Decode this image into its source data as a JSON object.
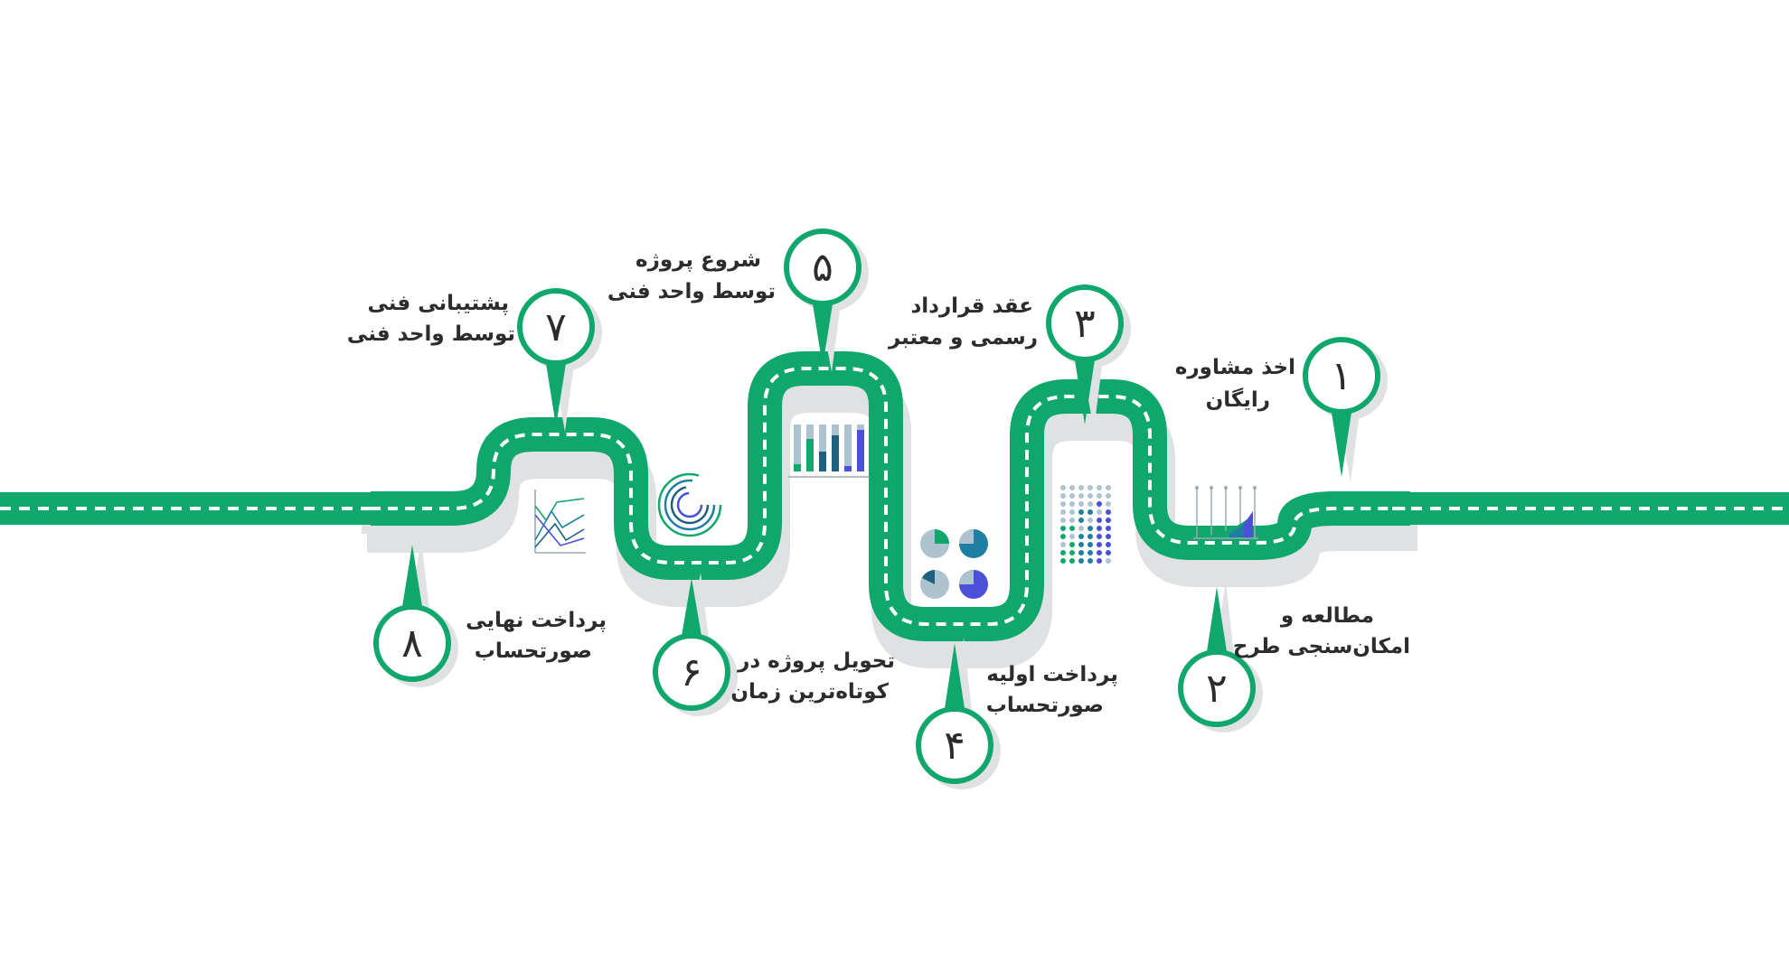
{
  "colors": {
    "road": "#0fa76b",
    "road_shadow": "#dfe1e3",
    "dash": "#ffffff",
    "pin_fill": "#ffffff",
    "pin_stroke": "#0fa76b",
    "text": "#2c2c2c"
  },
  "steps": [
    {
      "num": "۱",
      "line1": "اخذ مشاوره",
      "line2": "رایگان"
    },
    {
      "num": "۲",
      "line1": "مطالعه و",
      "line2": "امکان‌سنجی طرح"
    },
    {
      "num": "۳",
      "line1": "عقد قرارداد",
      "line2": "رسمی و معتبر"
    },
    {
      "num": "۴",
      "line1": "پرداخت اولیه",
      "line2": "صورتحساب"
    },
    {
      "num": "۵",
      "line1": "شروع پروژه",
      "line2": "توسط واحد فنی"
    },
    {
      "num": "۶",
      "line1": "تحویل پروژه در",
      "line2": "کوتاه‌ترین زمان"
    },
    {
      "num": "۷",
      "line1": "پشتیبانی فنی",
      "line2": "توسط واحد فنی"
    },
    {
      "num": "۸",
      "line1": "پرداخت نهایی",
      "line2": "صورتحساب"
    }
  ],
  "icons": [
    "area-chart-icon",
    "dot-matrix-icon",
    "pie-charts-icon",
    "bar-chart-icon",
    "radial-chart-icon",
    "line-chart-icon"
  ]
}
